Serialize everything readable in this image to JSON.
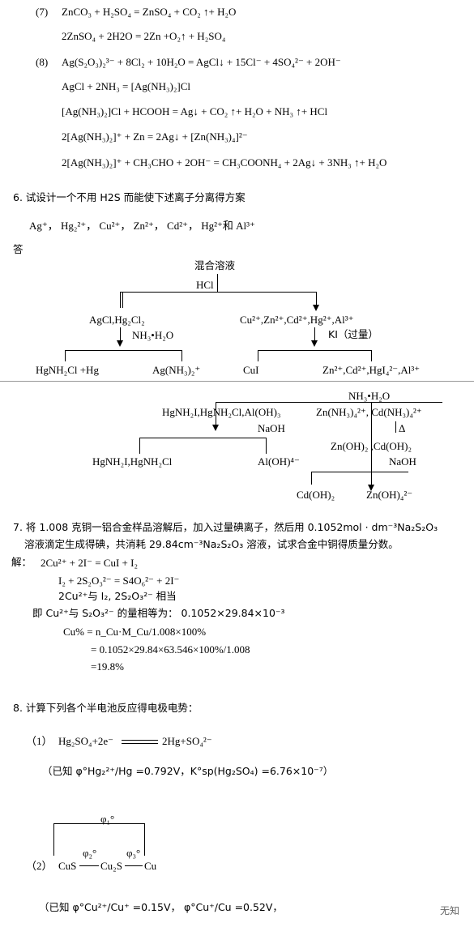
{
  "sec7": {
    "num": "(7)",
    "line1": "ZnCO₃ + H₂SO₄ = ZnSO₄ + CO₂ ↑+ H₂O",
    "line2": "2ZnSO₄ + 2H2O = 2Zn +O₂↑ + H₂SO₄"
  },
  "sec8": {
    "num": "(8)",
    "line1": "Ag(S₂O₃)₂³⁻ + 8Cl₂ + 10H₂O = AgCl↓ + 15Cl⁻ + 4SO₄²⁻ + 2OH⁻",
    "line2": "AgCl + 2NH₃ = [Ag(NH₃)₂]Cl",
    "line3": "[Ag(NH₃)₂]Cl + HCOOH = Ag↓ + CO₂ ↑+ H₂O + NH₃ ↑+ HCl",
    "line4": "2[Ag(NH₃)₂]⁺ + Zn = 2Ag↓ + [Zn(NH₃)₄]²⁻",
    "line5": "2[Ag(NH₃)₂]⁺ + CH₃CHO + 2OH⁻ = CH₃COONH₄ + 2Ag↓ + 3NH₃ ↑+ H₂O"
  },
  "q6": {
    "title": "6. 试设计一个不用 H2S 而能使下述离子分离得方案",
    "ions": "Ag⁺，  Hg₂²⁺，  Cu²⁺，  Zn²⁺，  Cd²⁺，  Hg²⁺和 Al³⁺",
    "answer": "答",
    "tree": {
      "root": "混合溶液",
      "root_reagent": "HCl",
      "left": "AgCl,Hg₂Cl₂",
      "left_reagent": "NH₃•H₂O",
      "left_left": "HgNH₂Cl +Hg",
      "left_right": "Ag(NH₃)₂⁺",
      "right": "Cu²⁺,Zn²⁺,Cd²⁺,Hg²⁺,Al³⁺",
      "right_reagent": "KI（过量）",
      "right_left": "CuI",
      "right_right": "Zn²⁺,Cd²⁺,HgI₄²⁻,Al³⁺",
      "step3_reagent": "NH₃•H₂O",
      "step3_left": "HgNH₂I,HgNH₂Cl,Al(OH)₃",
      "step3_left_reagent": "NaOH",
      "step3_right": "Zn(NH₃)₄²⁺, Cd(NH₃)₄²⁺",
      "step3_right_reagent": "Δ",
      "step4_ll": "HgNH₂I,HgNH₂Cl",
      "step4_lr": "Al(OH)⁴⁻",
      "step4_r": "Zn(OH)₂ ,Cd(OH)₂",
      "step4_r_reagent": "NaOH",
      "step5_l": "Cd(OH)₂",
      "step5_r": "Zn(OH)₄²⁻"
    }
  },
  "q7": {
    "title": "7. 将 1.008 克铜一铝合金样品溶解后，加入过量碘离子，然后用 0.1052mol · dm⁻³Na₂S₂O₃",
    "title2": "溶液滴定生成得碘，共消耗 29.84cm⁻³Na₂S₂O₃ 溶液，试求合金中铜得质量分数。",
    "sol_label": "解：",
    "s1": "2Cu²⁺ + 2I⁻ = CuI + I₂",
    "s2": "I₂ + 2S₂O₃²⁻ = S4O₆²⁻ + 2I⁻",
    "s3": "2Cu²⁺与 I₂, 2S₂O₃²⁻  相当",
    "s4": "即 Cu²⁺与 S₂O₃²⁻ 的量相等为：   0.1052×29.84×10⁻³",
    "s5": "Cu% = n_Cu·M_Cu/1.008×100%",
    "s6": "= 0.1052×29.84×63.546×100%/1.008",
    "s7": "=19.8%"
  },
  "q8": {
    "title": "8. 计算下列各个半电池反应得电极电势：",
    "p1_num": "（1）",
    "p1_eq_left": "Hg₂SO₄+2e⁻",
    "p1_eq_right": "2Hg+SO₄²⁻",
    "p1_given": "（已知  φ°Hg₂²⁺/Hg =0.792V，K°sp(Hg₂SO₄) =6.76×10⁻⁷）",
    "p2_num": "（2）",
    "p2_top": "φ₁°",
    "p2_a": "CuS",
    "p2_phi2": "φ₂°",
    "p2_b": "Cu₂S",
    "p2_phi3": "φ₃°",
    "p2_c": "Cu",
    "p2_given": "（已知 φ°Cu²⁺/Cu⁺ =0.15V，  φ°Cu⁺/Cu =0.52V，"
  },
  "watermark": "无知"
}
